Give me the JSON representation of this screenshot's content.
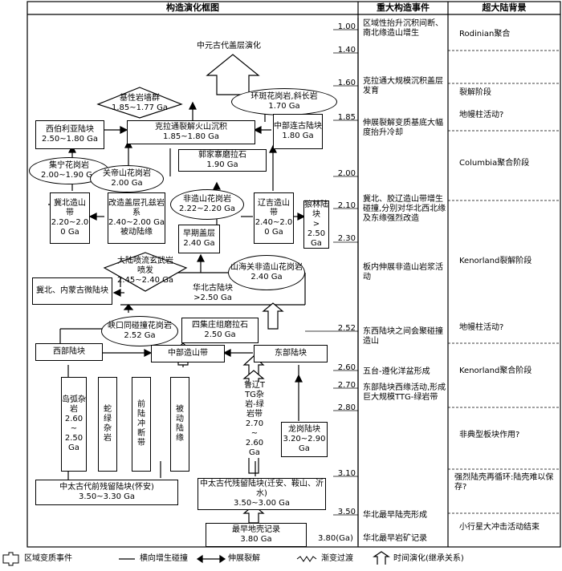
{
  "headers": {
    "framework": "构造演化框图",
    "events": "重大构造事件",
    "background": "超大陆背景"
  },
  "ticks": [
    "1.00",
    "1.40",
    "1.60",
    "1.85",
    "2.00",
    "2.10",
    "2.30",
    "2.52",
    "2.60",
    "2.70",
    "2.80",
    "3.10",
    "3.50",
    "3.80(Ga)"
  ],
  "events": {
    "e1": "区域性抬升沉积间断、南北缘造山增生",
    "e2": "克拉通大规模沉积盖层发育",
    "e3": "伸展裂解变质基底大幅度抬升冷却",
    "e4": "冀北、胶辽造山带增生碰撞,分别对华北西北缘及东缘强烈改造",
    "e5": "板内伸展非造山岩浆活动",
    "e6": "东西陆块之间会聚碰撞造山",
    "e7": "五台-遵化洋盆形成",
    "e8": "东部陆块西缘活动,形成巨大规模TTG-绿岩带",
    "e9": "华北最早陆壳形成",
    "e10": "华北最早岩矿记录"
  },
  "background": {
    "b1": "Rodinian聚合",
    "b2": "裂解阶段",
    "b3": "地幔柱活动?",
    "b4": "Columbia聚合阶段",
    "b5": "Kenorland裂解阶段",
    "b6": "地幔柱活动?",
    "b7": "Kenorland聚合阶段",
    "b8": "非典型板块作用?",
    "b9": "强烈陆壳再循环:陆壳难以保存?",
    "b10": "小行星大冲击活动结束"
  },
  "diagram": {
    "top_title": "中元古代盖层演化",
    "jixing": "基性岩墙群\n1.85~1.77 Ga",
    "huanban": "环斑花岗岩,斜长岩\n1.70 Ga",
    "xiboliya": "西伯利亚陆块\n2.50~1.80 Ga",
    "kelatong": "克拉通裂解火山沉积\n1.85~1.80 Ga",
    "zhongbu_lian": "中部连古陆块\n1.80 Ga",
    "guojiazhai": "郭家寨磨拉石\n1.90 Ga",
    "jining": "集宁花岗岩\n2.00~1.90 Ga",
    "guandi": "关帝山花岗岩\n2.00 Ga",
    "jibei": "冀北造山带\n2.20~2.00 Ga",
    "gaizao": "改造盖层孔兹岩系\n2.40~2.00 Ga\n被动陆缘",
    "feizao": "非造山花岗岩\n2.22~2.20 Ga",
    "liaoji": "辽吉造山带\n2.40~2.00 Ga",
    "langlin": "狼林陆块\n>\n2.50 Ga",
    "zaoqi": "早期盖层\n2.40 Ga",
    "dalu_pen": "大陆喷流玄武岩喷发\n2.45~2.40 Ga",
    "shanhaiguan": "山海关非造山花岗岩\n2.40 Ga",
    "jibei_nmg": "冀北、内蒙古微陆块",
    "huabei_gu": "华北古陆块\n>2.50 Ga",
    "xiakou": "峡口同碰撞花岗岩\n2.52 Ga",
    "sijiazhuang": "四集庄组磨拉石\n2.50 Ga",
    "xibu": "西部陆块",
    "zhongbu_zao": "中部造山带",
    "dongbu": "东部陆块",
    "col1": "岛弧杂岩\n2.60~\n2.50\nGa",
    "col2": "蛇绿杂岩",
    "col3": "前陆冲断带",
    "col4": "被动陆缘",
    "luliao": "鲁辽TTG杂岩-绿岩带\n2.70~\n2.60\nGa",
    "longgang": "龙岗陆块\n3.20~2.90\nGa",
    "zhongtai_qian": "中太古代前残留陆块(怀安)\n3.50~3.30 Ga",
    "zhongtai_gu": "中太古代残留陆块(迁安、鞍山、沂水)\n3.50~3.00 Ga",
    "zuizao": "最早地壳记录\n3.80 Ga"
  },
  "legend": {
    "l1": "区域变质事件",
    "l2": "横向增生碰撞",
    "l3": "伸展裂解",
    "l4": "渐变过渡",
    "l5": "时间演化(继承关系)"
  }
}
